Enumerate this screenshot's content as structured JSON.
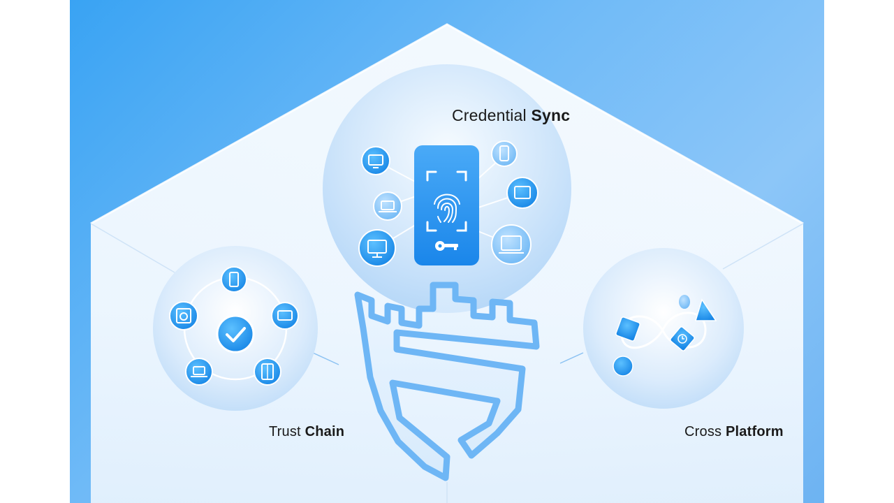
{
  "labels": {
    "credential_sync": {
      "light": "Credential ",
      "bold": "Sync"
    },
    "trust_chain": {
      "light": "Trust ",
      "bold": "Chain"
    },
    "cross_platform": {
      "light": "Cross ",
      "bold": "Platform"
    }
  },
  "icons": {
    "shield_logo": "shield-logo-icon",
    "fingerprint": "fingerprint-icon",
    "key": "key-icon",
    "checkmark": "checkmark-icon"
  },
  "colors": {
    "primary_blue": "#1e8ff0",
    "shield_stroke": "#6eb6f5",
    "background_blue": "#5aaef5"
  }
}
